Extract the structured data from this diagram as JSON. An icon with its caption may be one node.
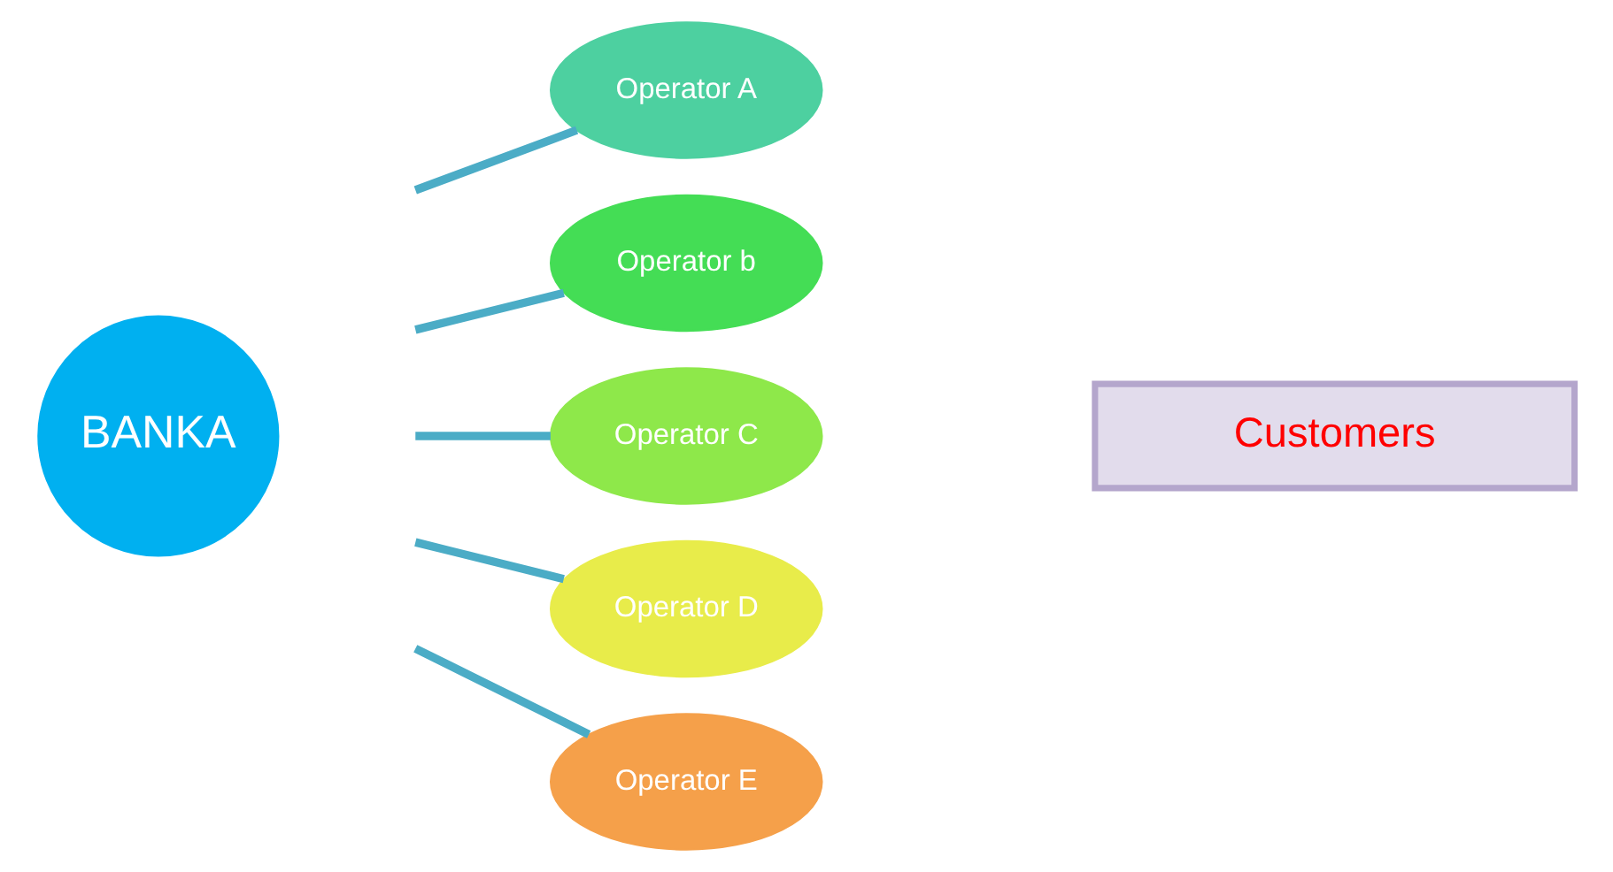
{
  "diagram": {
    "nodes": [
      {
        "text": [
          "BANKA"
        ]
      },
      {
        "text": [
          "Operator A"
        ]
      },
      {
        "text": [
          "Operator b"
        ]
      },
      {
        "text": [
          "Operator C"
        ]
      },
      {
        "text": [
          "Operator D"
        ]
      },
      {
        "text": [
          "Operator E"
        ]
      },
      {
        "text": [
          "Customers"
        ]
      }
    ],
    "edges": [
      {
        "from": null,
        "to": 1,
        "arrow": "none"
      },
      {
        "from": null,
        "to": 2,
        "arrow": "none"
      },
      {
        "from": null,
        "to": 3,
        "arrow": "none"
      },
      {
        "from": null,
        "to": 4,
        "arrow": "none"
      },
      {
        "from": null,
        "to": 5,
        "arrow": "none"
      }
    ]
  }
}
